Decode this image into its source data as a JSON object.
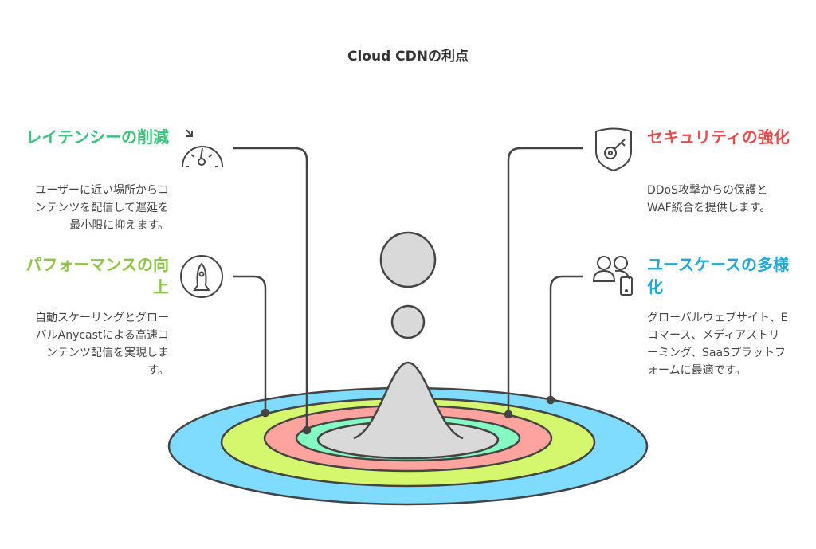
{
  "title": "Cloud CDNの利点",
  "items": [
    {
      "title": "レイテンシーの削減",
      "desc": "ユーザーに近い場所からコンテンツを配信して遅延を最小限に抑えます。",
      "color": "#3cc47c",
      "icon": "gauge-icon"
    },
    {
      "title": "パフォーマンスの向上",
      "desc": "自動スケーリングとグローバルAnycastによる高速コンテンツ配信を実現します。",
      "color": "#8cc63f",
      "icon": "rocket-icon"
    },
    {
      "title": "セキュリティの強化",
      "desc": "DDoS攻撃からの保護とWAF統合を提供します。",
      "color": "#e84c4c",
      "icon": "shield-key-icon"
    },
    {
      "title": "ユースケースの多様化",
      "desc": "グローバルウェブサイト、Eコマース、メディアストリーミング、SaaSプラットフォームに最適です。",
      "color": "#1ea8dc",
      "icon": "users-device-icon"
    }
  ],
  "ring_colors": [
    "#7fdcff",
    "#d4f76e",
    "#ffa39e",
    "#84fac2",
    "#d9d9d9"
  ]
}
